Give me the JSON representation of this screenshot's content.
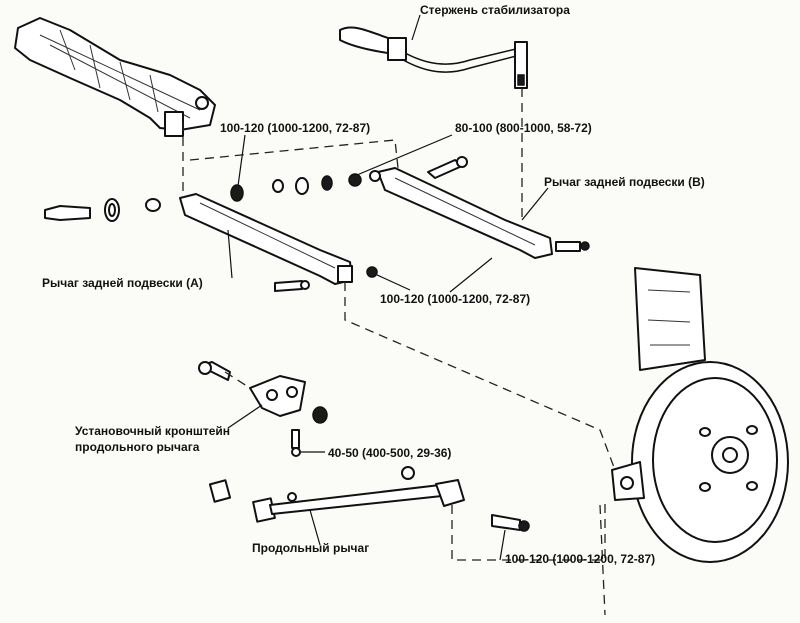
{
  "labels": {
    "stabilizer_rod": "Стержень стабилизатора",
    "torque_top_left": "100-120 (1000-1200, 72-87)",
    "torque_top_right": "80-100 (800-1000, 58-72)",
    "arm_b": "Рычаг задней подвески (В)",
    "arm_a": "Рычаг задней подвески (А)",
    "torque_middle": "100-120 (1000-1200, 72-87)",
    "bracket_line1": "Установочный кронштейн",
    "bracket_line2": "продольного рычага",
    "torque_bracket": "40-50 (400-500, 29-36)",
    "trailing_arm": "Продольный рычаг",
    "torque_bottom": "100-120 (1000-1200, 72-87)"
  },
  "colors": {
    "ink": "#111111",
    "paper": "#fbfbf8"
  }
}
